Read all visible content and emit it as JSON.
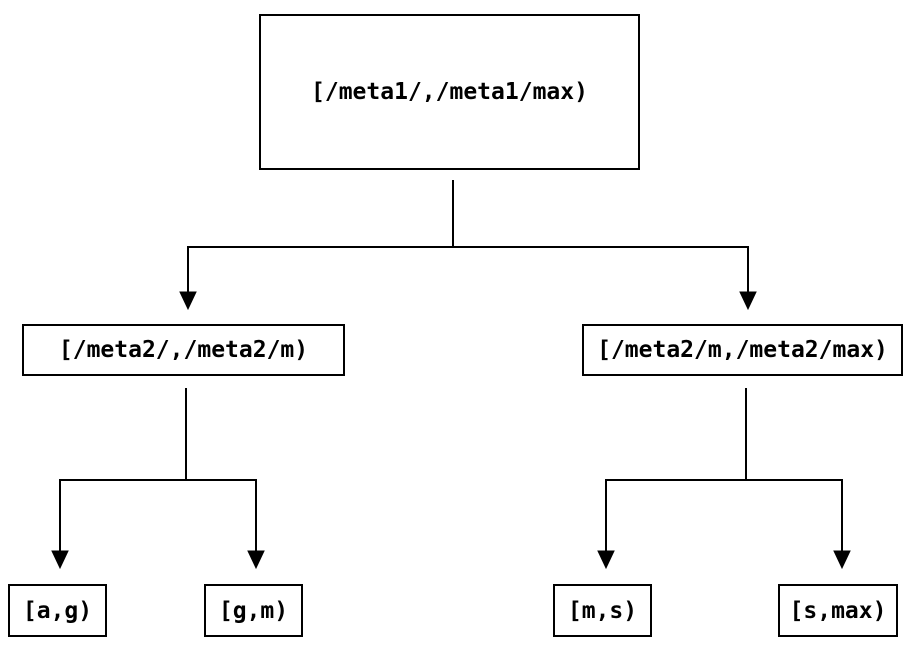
{
  "diagram": {
    "type": "tree",
    "description": "Key-range partition tree diagram",
    "colors": {
      "background": "#ffffff",
      "line": "#000000",
      "box_border": "#000000",
      "text": "#000000"
    },
    "nodes": {
      "root": {
        "label": "[/meta1/,/meta1/max)"
      },
      "left": {
        "label": "[/meta2/,/meta2/m)"
      },
      "right": {
        "label": "[/meta2/m,/meta2/max)"
      },
      "leaf_ag": {
        "label": "[a,g)"
      },
      "leaf_gm": {
        "label": "[g,m)"
      },
      "leaf_ms": {
        "label": "[m,s)"
      },
      "leaf_smax": {
        "label": "[s,max)"
      }
    },
    "edges": [
      {
        "from": "root",
        "to": "left"
      },
      {
        "from": "root",
        "to": "right"
      },
      {
        "from": "left",
        "to": "leaf_ag"
      },
      {
        "from": "left",
        "to": "leaf_gm"
      },
      {
        "from": "right",
        "to": "leaf_ms"
      },
      {
        "from": "right",
        "to": "leaf_smax"
      }
    ]
  }
}
